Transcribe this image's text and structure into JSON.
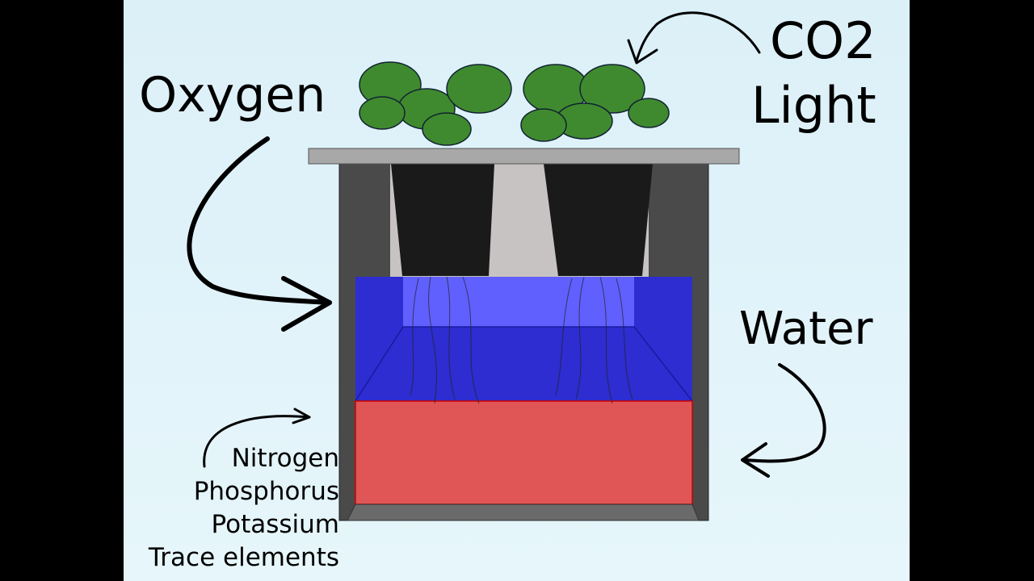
{
  "labels": {
    "oxygen": "Oxygen",
    "co2": "CO2",
    "light": "Light",
    "water": "Water"
  },
  "nutrients": [
    "Nitrogen",
    "Phosphorus",
    "Potassium",
    "Trace elements"
  ],
  "colors": {
    "background": "#dcf0f8",
    "water": "#3333ee",
    "nutrient_solution": "#e05050",
    "container": "#4a4a4a",
    "lid": "#a8a8a8",
    "pots": "#1a1a1a",
    "leaves": "#3a7a2a"
  }
}
